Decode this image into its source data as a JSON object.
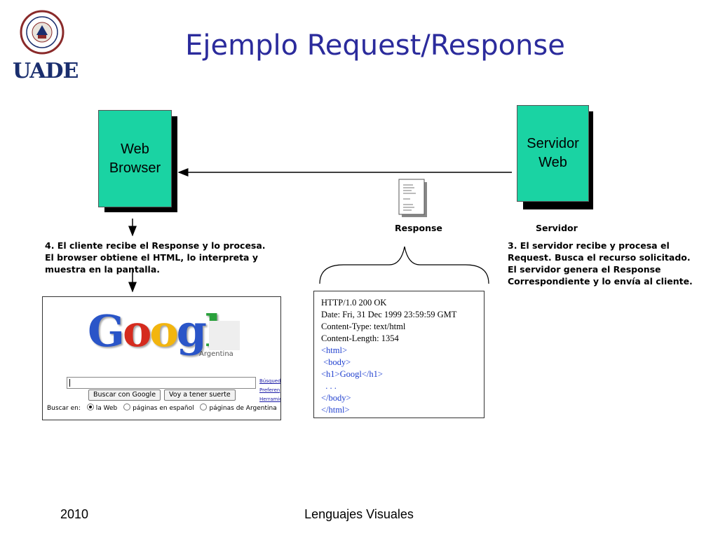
{
  "logo": {
    "text": "UADE"
  },
  "title": "Ejemplo Request/Response",
  "nodes": {
    "browser": "Web\nBrowser",
    "server": "Servidor\nWeb"
  },
  "labels": {
    "response": "Response",
    "servidor": "Servidor"
  },
  "steps": {
    "step4": "4. El cliente recibe el Response y lo procesa.\nEl browser obtiene el HTML, lo interpreta y\nmuestra en la pantalla.",
    "step3": "3. El servidor recibe y procesa el\nRequest. Busca el recurso solicitado.\nEl servidor genera el Response\nCorrespondiente y lo envía al cliente."
  },
  "google_page": {
    "logo_letters": [
      "G",
      "o",
      "o",
      "g",
      "l"
    ],
    "region": "Argentina",
    "search_button": "Buscar con Google",
    "lucky_button": "Voy a tener suerte",
    "side_links": [
      "Búsqued",
      "Preferen",
      "Herramie"
    ],
    "search_in_label": "Buscar en:",
    "options": [
      "la Web",
      "páginas en español",
      "páginas de Argentina"
    ]
  },
  "http_response": {
    "headers": [
      "HTTP/1.0 200 OK",
      "Date: Fri, 31 Dec 1999 23:59:59 GMT",
      "Content-Type: text/html",
      "Content-Length: 1354"
    ],
    "body": [
      "<html>",
      " <body>",
      "<h1>Googl</h1>",
      "  . . .",
      "</body>",
      "</html>"
    ]
  },
  "footer": {
    "year": "2010",
    "course": "Lenguajes Visuales"
  },
  "colors": {
    "title": "#2b2b9c",
    "node_fill": "#1ad3a3",
    "code_blue": "#1f3fcf",
    "logo_blue": "#1a2e6e"
  }
}
